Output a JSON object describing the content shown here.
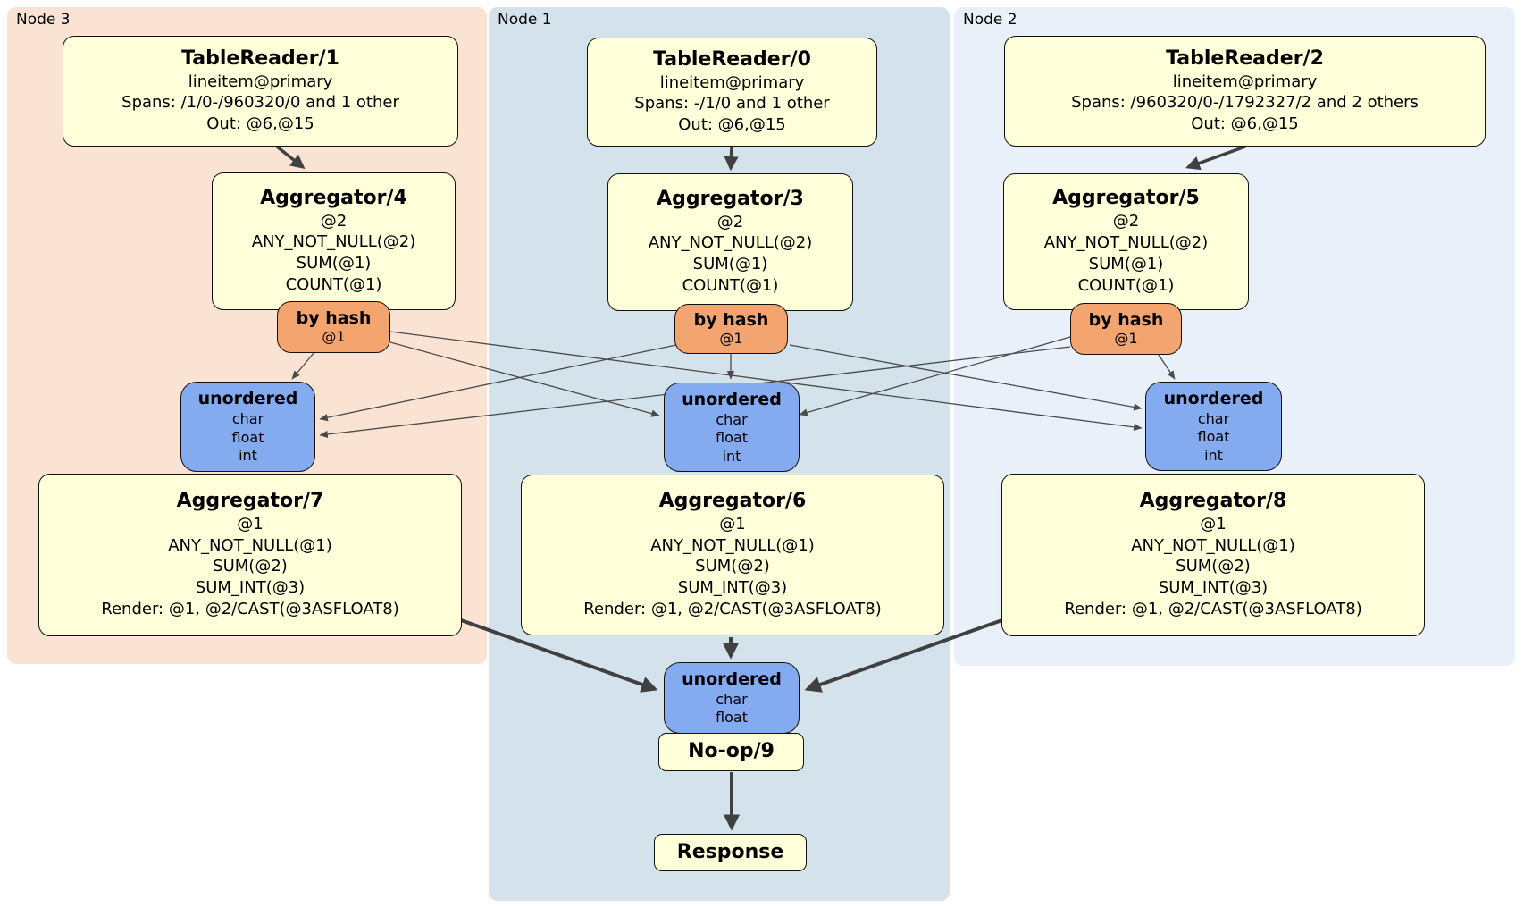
{
  "node_labels": {
    "node3": "Node 3",
    "node1": "Node 1",
    "node2": "Node 2"
  },
  "boxes": {
    "tr1": {
      "title": "TableReader/1",
      "lines": [
        "lineitem@primary",
        "Spans: /1/0-/960320/0 and 1 other",
        "Out: @6,@15"
      ]
    },
    "tr0": {
      "title": "TableReader/0",
      "lines": [
        "lineitem@primary",
        "Spans: -/1/0 and 1 other",
        "Out: @6,@15"
      ]
    },
    "tr2": {
      "title": "TableReader/2",
      "lines": [
        "lineitem@primary",
        "Spans: /960320/0-/1792327/2 and 2 others",
        "Out: @6,@15"
      ]
    },
    "agg4": {
      "title": "Aggregator/4",
      "lines": [
        "@2",
        "ANY_NOT_NULL(@2)",
        "SUM(@1)",
        "COUNT(@1)"
      ]
    },
    "agg3": {
      "title": "Aggregator/3",
      "lines": [
        "@2",
        "ANY_NOT_NULL(@2)",
        "SUM(@1)",
        "COUNT(@1)"
      ]
    },
    "agg5": {
      "title": "Aggregator/5",
      "lines": [
        "@2",
        "ANY_NOT_NULL(@2)",
        "SUM(@1)",
        "COUNT(@1)"
      ]
    },
    "hash_left": {
      "title": "by hash",
      "lines": [
        "@1"
      ]
    },
    "hash_center": {
      "title": "by hash",
      "lines": [
        "@1"
      ]
    },
    "hash_right": {
      "title": "by hash",
      "lines": [
        "@1"
      ]
    },
    "sync_left": {
      "title": "unordered",
      "lines": [
        "char",
        "float",
        "int"
      ]
    },
    "sync_center": {
      "title": "unordered",
      "lines": [
        "char",
        "float",
        "int"
      ]
    },
    "sync_right": {
      "title": "unordered",
      "lines": [
        "char",
        "float",
        "int"
      ]
    },
    "agg7": {
      "title": "Aggregator/7",
      "lines": [
        "@1",
        "ANY_NOT_NULL(@1)",
        "SUM(@2)",
        "SUM_INT(@3)",
        "Render: @1, @2/CAST(@3ASFLOAT8)"
      ]
    },
    "agg6": {
      "title": "Aggregator/6",
      "lines": [
        "@1",
        "ANY_NOT_NULL(@1)",
        "SUM(@2)",
        "SUM_INT(@3)",
        "Render: @1, @2/CAST(@3ASFLOAT8)"
      ]
    },
    "agg8": {
      "title": "Aggregator/8",
      "lines": [
        "@1",
        "ANY_NOT_NULL(@1)",
        "SUM(@2)",
        "SUM_INT(@3)",
        "Render: @1, @2/CAST(@3ASFLOAT8)"
      ]
    },
    "sync_final": {
      "title": "unordered",
      "lines": [
        "char",
        "float"
      ]
    },
    "noop": {
      "title": "No-op/9"
    },
    "response": {
      "title": "Response"
    }
  },
  "colors": {
    "node3_background": "#fbe3d4",
    "node1_background": "#d3e2eb",
    "node2_background": "#eaf0f9",
    "processor_box": "#ffffd9",
    "router_box": "#f4a46f",
    "synchronizer_box": "#84aaf0",
    "edge": "#4a4a4a",
    "text": "#000000"
  }
}
